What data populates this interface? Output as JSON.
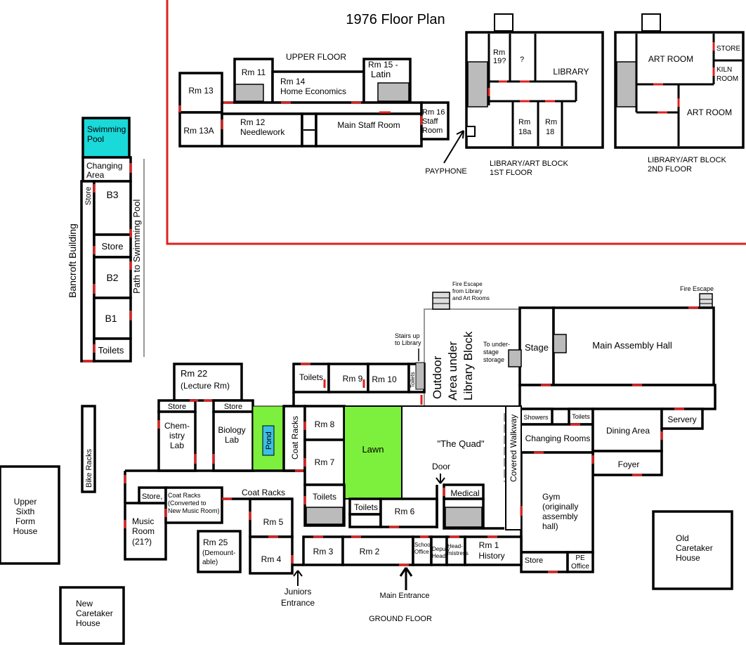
{
  "title": "1976 Floor Plan",
  "colors": {
    "frame": "#e02020",
    "wall": "#000000",
    "door": "#e02020",
    "pool": "#1ad9d9",
    "lawn": "#7df03d",
    "pond_water": "#3bbfe6"
  },
  "upper": {
    "heading": "UPPER FLOOR",
    "rm13": "Rm 13",
    "rm13a": "Rm 13A",
    "rm11": "Rm 11",
    "rm14_1": "Rm 14",
    "rm14_2": "Home Economics",
    "rm15_1": "Rm 15 -",
    "rm15_2": "Latin",
    "rm12_1": "Rm 12",
    "rm12_2": "Needlework",
    "staff": "Main Staff Room",
    "rm16_1": "Rm 16",
    "rm16_2": "Staff",
    "rm16_3": "Room",
    "payphone": "PAYPHONE"
  },
  "lib1": {
    "rm19_1": "Rm",
    "rm19_2": "19?",
    "q": "?",
    "library": "LIBRARY",
    "rm18a_1": "Rm",
    "rm18a_2": "18a",
    "rm18_1": "Rm",
    "rm18_2": "18",
    "caption1": "LIBRARY/ART BLOCK",
    "caption2": "1ST FLOOR"
  },
  "lib2": {
    "art1": "ART ROOM",
    "store": "STORE",
    "kiln1": "KILN",
    "kiln2": "ROOM",
    "art2": "ART ROOM",
    "caption1": "LIBRARY/ART BLOCK",
    "caption2": "2ND FLOOR"
  },
  "bancroft": {
    "label": "Bancroft Building",
    "path": "Path to Swimming Pool",
    "pool1": "Swimming",
    "pool2": "Pool",
    "changing1": "Changing",
    "changing2": "Area",
    "store_v": "Store",
    "b3": "B3",
    "store": "Store",
    "b2": "B2",
    "b1": "B1",
    "toilets": "Toilets"
  },
  "ground": {
    "heading": "GROUND FLOOR",
    "fire_lib1": "Fire Escape",
    "fire_lib2": "from Library",
    "fire_lib3": "and Art Rooms",
    "fire_hall": "Fire Escape",
    "stairs1": "Stairs up",
    "stairs2": "to Library",
    "toilets_small": "Toilets",
    "outdoor1": "Outdoor",
    "outdoor2": "Area under",
    "outdoor3": "Library Block",
    "understage1": "To under-",
    "understage2": "stage",
    "understage3": "storage",
    "stage": "Stage",
    "hall": "Main Assembly Hall",
    "toilets_a": "Toilets",
    "rm9": "Rm 9",
    "rm10": "Rm 10",
    "rm22_1": "Rm 22",
    "rm22_2": "(Lecture Rm)",
    "store_chem": "Store",
    "store_bio": "Store",
    "chem1": "Chem-",
    "chem2": "istry",
    "chem3": "Lab",
    "bio1": "Biology",
    "bio2": "Lab",
    "pond": "Pond",
    "coat_v": "Coat Racks",
    "rm8": "Rm 8",
    "rm7": "Rm 7",
    "lawn": "Lawn",
    "quad": "\"The Quad\"",
    "walkway": "Covered Walkway",
    "showers": "Showers",
    "toilets_gym": "Toilets",
    "changing": "Changing Rooms",
    "dining": "Dining Area",
    "servery": "Servery",
    "foyer": "Foyer",
    "door": "Door",
    "medical": "Medical",
    "toilets_b": "Toilets",
    "toilets_c": "Toilets",
    "rm6": "Rm 6",
    "gym1": "Gym",
    "gym2": "(originally",
    "gym3": "assembly",
    "gym4": "hall)",
    "bike": "Bike Racks",
    "store_music": "Store,",
    "coat_conv1": "Coat Racks",
    "coat_conv2": "(Converted to",
    "coat_conv3": "New Music Room)",
    "coat_h": "Coat Racks",
    "music1": "Music",
    "music2": "Room",
    "music3": "(21?)",
    "rm5": "Rm 5",
    "rm25_1": "Rm 25",
    "rm25_2": "(Demount-",
    "rm25_3": "able)",
    "rm4": "Rm 4",
    "rm3": "Rm 3",
    "rm2": "Rm 2",
    "school1": "School",
    "school2": "Office",
    "deputy1": "Deputy",
    "deputy2": "Head",
    "head1": "Head-",
    "head2": "mistress",
    "rm1_1": "Rm 1",
    "rm1_2": "History",
    "store_gym": "Store",
    "pe1": "PE",
    "pe2": "Office",
    "juniors1": "Juniors",
    "juniors2": "Entrance",
    "main_entrance": "Main Entrance",
    "upper_sixth1": "Upper",
    "upper_sixth2": "Sixth",
    "upper_sixth3": "Form",
    "upper_sixth4": "House",
    "old1": "Old",
    "old2": "Caretaker",
    "old3": "House",
    "new1": "New",
    "new2": "Caretaker",
    "new3": "House"
  }
}
